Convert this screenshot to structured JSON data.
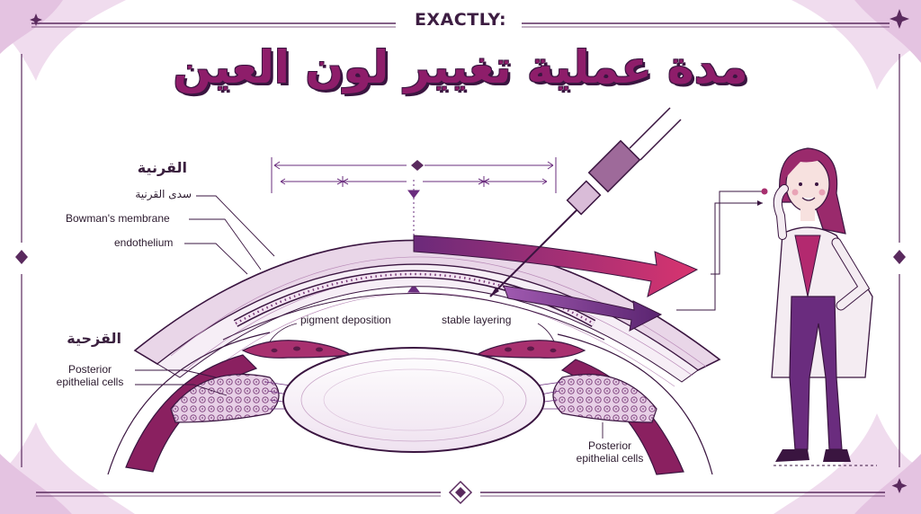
{
  "header": {
    "top_label": "EXACTLY:",
    "title": "مدة عملية تغيير لون العين"
  },
  "labels": {
    "cornea_heading": "القرنية",
    "corneal_stroma": "سدى القرنية",
    "bowmans_membrane": "Bowman's membrane",
    "endothelium": "endothelium",
    "iris_heading": "القزحية",
    "posterior_epithelial_left": "Posterior\nepithelial cells",
    "pigment_deposition": "pigment deposition",
    "stable_layering": "stable layering",
    "posterior_epithelial_right": "Posterior\nepithelial cells"
  },
  "icons": [
    "snowflake-icon",
    "diamond-icon",
    "arrow-icon",
    "needle-icon"
  ],
  "colors": {
    "accent": "#8e1d6a",
    "dark": "#3a1540",
    "tissue": "#e9d6e8",
    "pink": "#d03a74",
    "purple": "#6a2c7e"
  }
}
